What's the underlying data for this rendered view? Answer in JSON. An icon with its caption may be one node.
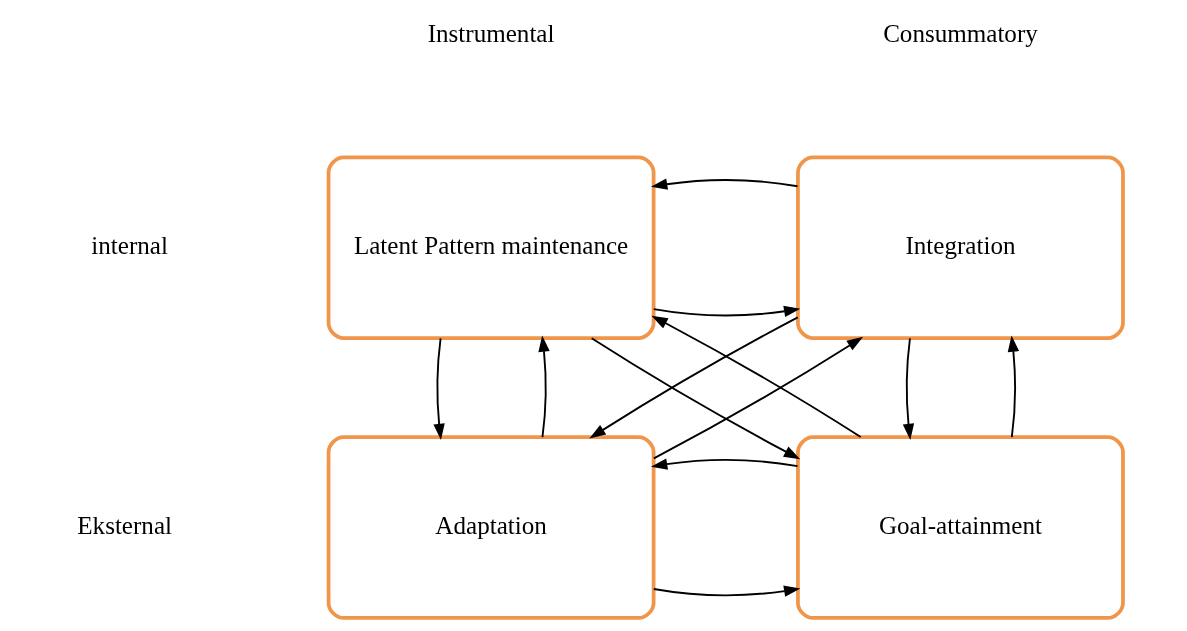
{
  "diagram": {
    "nodes": [
      {
        "text": [
          "Latent Pattern maintenance"
        ]
      },
      {
        "text": [
          "Integration"
        ]
      },
      {
        "text": [
          "Adaptation"
        ]
      },
      {
        "text": [
          "Goal-attainment"
        ]
      }
    ],
    "edges": [
      {
        "from": 0,
        "to": 1,
        "arrow": "to"
      },
      {
        "from": 1,
        "to": 0,
        "arrow": "to"
      },
      {
        "from": 0,
        "to": 2,
        "arrow": "to"
      },
      {
        "from": 2,
        "to": 0,
        "arrow": "to"
      },
      {
        "from": 1,
        "to": 3,
        "arrow": "to"
      },
      {
        "from": 3,
        "to": 1,
        "arrow": "to"
      },
      {
        "from": 0,
        "to": 3,
        "arrow": "to"
      },
      {
        "from": 3,
        "to": 0,
        "arrow": "to"
      },
      {
        "from": 2,
        "to": 1,
        "arrow": "to"
      },
      {
        "from": 1,
        "to": 2,
        "arrow": "to"
      },
      {
        "from": 2,
        "to": 3,
        "arrow": "to"
      },
      {
        "from": 3,
        "to": 2,
        "arrow": "to"
      }
    ],
    "labels": [
      "Instrumental",
      "Consummatory",
      "internal",
      "Eksternal"
    ]
  }
}
